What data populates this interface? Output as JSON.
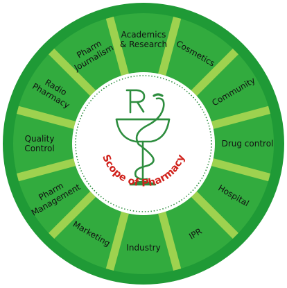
{
  "diagram": {
    "center_title": "Scope of Pharmacy",
    "center_symbol": "Rx with serpent and cup",
    "colors": {
      "outer_ring": "#1f9a36",
      "segment": "#32ab3e",
      "spoke": "#9ed24f",
      "center_fill": "#ffffff",
      "center_title": "#d0211b",
      "symbol": "#2d8d3e"
    },
    "segments": [
      {
        "lines": [
          "Academics",
          "& Research"
        ]
      },
      {
        "lines": [
          "Cosmetics"
        ]
      },
      {
        "lines": [
          "Community"
        ]
      },
      {
        "lines": [
          "Drug control"
        ]
      },
      {
        "lines": [
          "Hospital"
        ]
      },
      {
        "lines": [
          "IPR"
        ]
      },
      {
        "lines": [
          "Industry"
        ]
      },
      {
        "lines": [
          "Marketing"
        ]
      },
      {
        "lines": [
          "Pharm",
          "Management"
        ]
      },
      {
        "lines": [
          "Quality",
          "Control"
        ]
      },
      {
        "lines": [
          "Radio",
          "Pharmacy"
        ]
      },
      {
        "lines": [
          "Pharm",
          "Journalism"
        ]
      }
    ]
  }
}
